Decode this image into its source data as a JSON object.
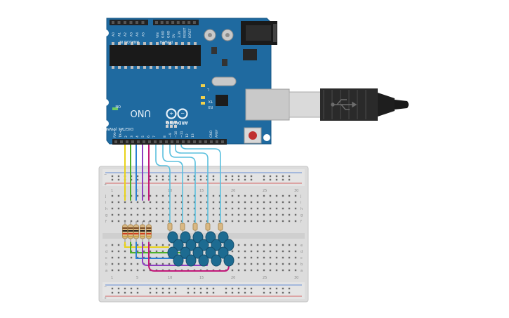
{
  "board": {
    "logo_text": "ARDUINO",
    "model_text": "UNO",
    "digital_header_label": "DIGITAL (PWM~)",
    "analog_header_label": "ANALOG IN",
    "power_header_label": "POWER",
    "on_led_label": "ON",
    "tx_label": "TX",
    "rx_label": "RX",
    "l_label": "L",
    "reset_label": "RESET",
    "ioref_label": "IOREF",
    "v5_label": "5V",
    "v33_label": "3.3V",
    "gnd_label": "GND",
    "vin_label": "VIN",
    "aref_label": "AREF",
    "tx1_label": "TX→1",
    "rx0_label": "RX←0",
    "analog_pins": [
      "A0",
      "A1",
      "A2",
      "A3",
      "A4",
      "A5"
    ],
    "digital_pins": [
      "2",
      "3",
      "4",
      "5",
      "6",
      "7",
      "8",
      "~9",
      "~10",
      "~11",
      "12",
      "13"
    ]
  },
  "breadboard": {
    "column_numbers": [
      "1",
      "5",
      "10",
      "15",
      "20",
      "25",
      "30"
    ],
    "row_letters_top": [
      "j",
      "i",
      "h",
      "g",
      "f"
    ],
    "row_letters_bottom": [
      "e",
      "d",
      "c",
      "b",
      "a"
    ],
    "rail_plus": "+",
    "rail_minus": "−"
  },
  "wire_colors": {
    "yellow": "#e8d21a",
    "green": "#4caf2a",
    "blue": "#2a7fd4",
    "purple": "#8e3fc0",
    "magenta": "#c2187a",
    "cyan": "#5bc0de"
  },
  "led_color": "#1d6b91",
  "board_color": "#1f6aa0",
  "cable_color": "#2a2a2a"
}
